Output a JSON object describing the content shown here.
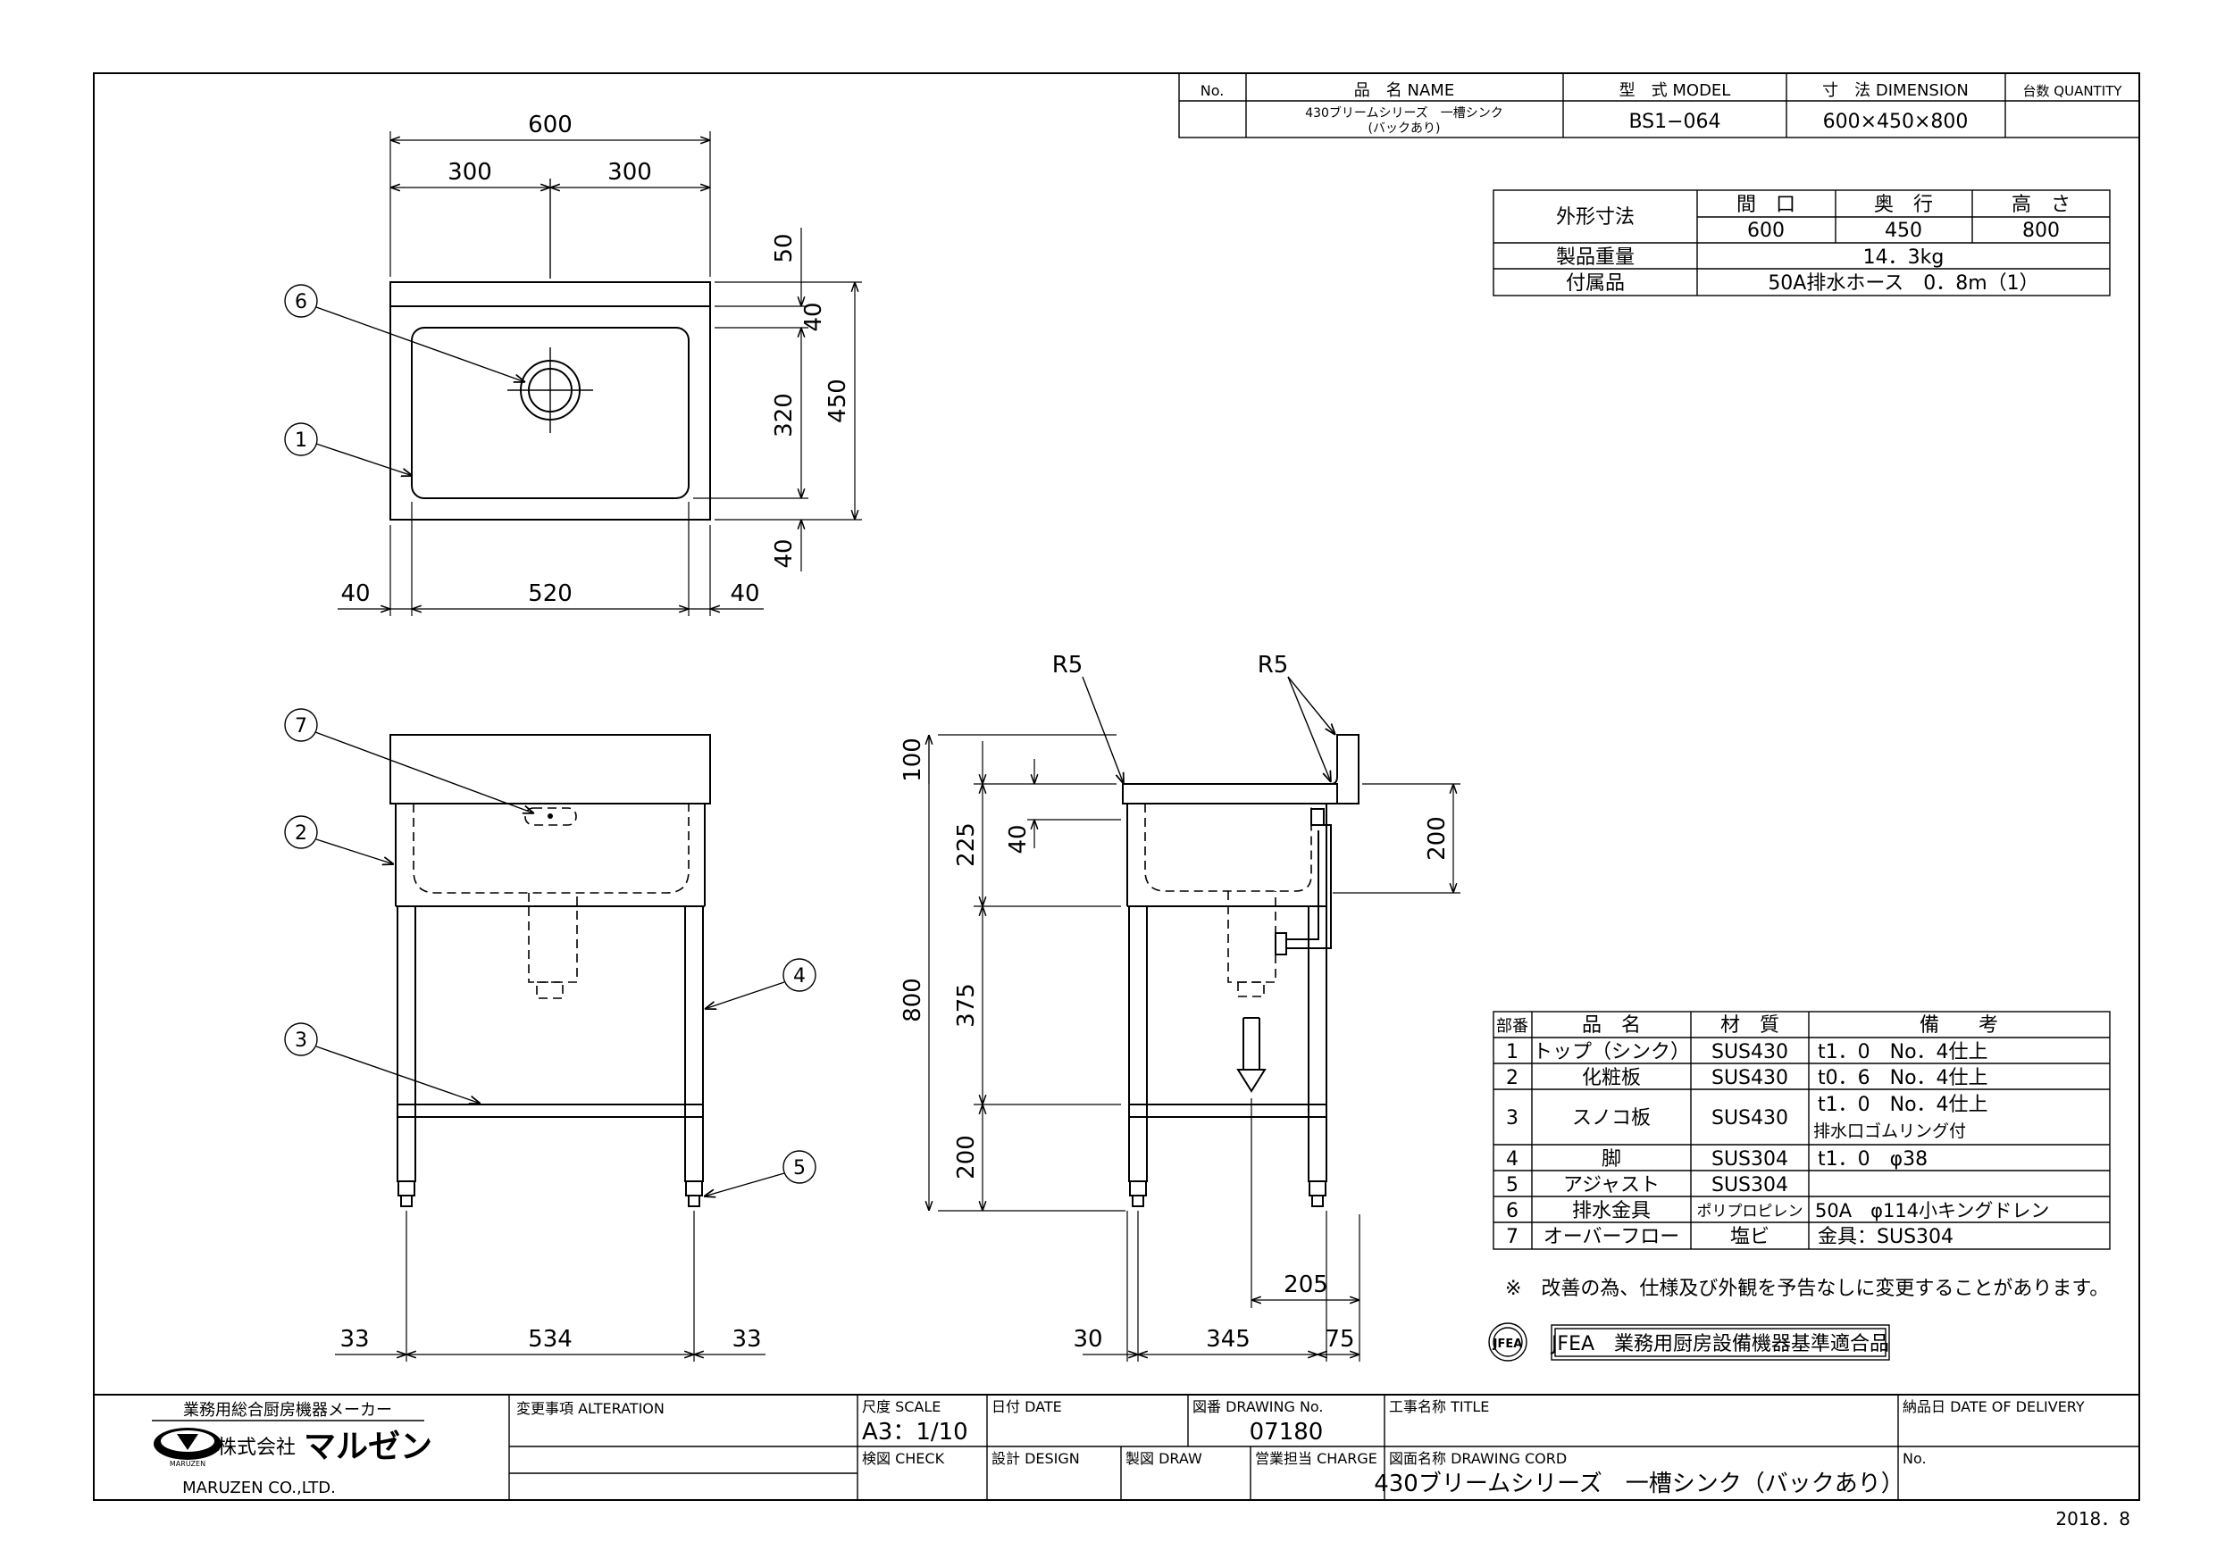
{
  "title_block": {
    "no_label": "No.",
    "name_label": "品　名 NAME",
    "model_label": "型　式 MODEL",
    "dim_label": "寸　法 DIMENSION",
    "qty_label": "台数 QUANTITY",
    "name_line1": "430ブリームシリーズ　一槽シンク",
    "name_line2": "(バックあり)",
    "model": "BS1−064",
    "dimension": "600×450×800"
  },
  "spec_table": {
    "outer_label": "外形寸法",
    "col_width": "間　口",
    "col_depth": "奥　行",
    "col_height": "高　さ",
    "width": "600",
    "depth": "450",
    "height": "800",
    "weight_label": "製品重量",
    "weight": "14．3kg",
    "accessory_label": "付属品",
    "accessory": "50A排水ホース　0．8m（1）"
  },
  "parts_table": {
    "headers": [
      "部番",
      "品　名",
      "材　質",
      "備　　考"
    ],
    "rows": [
      {
        "no": "1",
        "name": "トップ（シンク）",
        "mat": "SUS430",
        "note": "t1．0　No．4仕上",
        "note2": ""
      },
      {
        "no": "2",
        "name": "化粧板",
        "mat": "SUS430",
        "note": "t0．6　No．4仕上",
        "note2": ""
      },
      {
        "no": "3",
        "name": "スノコ板",
        "mat": "SUS430",
        "note": "t1．0　No．4仕上",
        "note2": "排水口ゴムリング付"
      },
      {
        "no": "4",
        "name": "脚",
        "mat": "SUS304",
        "note": "t1．0　φ38",
        "note2": ""
      },
      {
        "no": "5",
        "name": "アジャスト",
        "mat": "SUS304",
        "note": "",
        "note2": ""
      },
      {
        "no": "6",
        "name": "排水金具",
        "mat": "ポリプロピレン",
        "note": "50A　φ114小キングドレン",
        "note2": ""
      },
      {
        "no": "7",
        "name": "オーバーフロー",
        "mat": "塩ビ",
        "note": "金具：SUS304",
        "note2": ""
      }
    ]
  },
  "notice": "※　改善の為、仕様及び外観を予告なしに変更することがあります。",
  "jfea_logo": "JFEA",
  "jfea_text": "JFEA　業務用厨房設備機器基準適合品",
  "plan_dims": {
    "overall": "600",
    "half_left": "300",
    "half_right": "300",
    "top": "50",
    "back": "40",
    "bowl": "320",
    "depth": "450",
    "front": "40",
    "left": "40",
    "bowl_w": "520",
    "right": "40"
  },
  "front_dims": {
    "left": "33",
    "span": "534",
    "right": "33"
  },
  "side_dims": {
    "r_left": "R5",
    "r_right": "R5",
    "back": "100",
    "bowl": "225",
    "lip": "40",
    "mid": "375",
    "overall": "800",
    "bottom": "200",
    "overflow": "200",
    "drain": "205",
    "foot_left": "30",
    "span": "345",
    "foot_right": "75"
  },
  "balloons": [
    "1",
    "2",
    "3",
    "4",
    "5",
    "6",
    "7"
  ],
  "footer": {
    "maker_caption": "業務用総合厨房機器メーカー",
    "company": "株式会社",
    "brand": "マルゼン",
    "logo_text": "MARUZEN",
    "company_en": "MARUZEN CO.,LTD.",
    "alteration_label": "変更事項 ALTERATION",
    "scale_label": "尺度 SCALE",
    "scale_value": "A3：1/10",
    "date_label": "日付 DATE",
    "drawing_no_label": "図番 DRAWING No.",
    "drawing_no": "07180",
    "title_label": "工事名称 TITLE",
    "delivery_label": "納品日 DATE OF DELIVERY",
    "check_label": "検図 CHECK",
    "design_label": "設計 DESIGN",
    "draw_label": "製図 DRAW",
    "charge_label": "営業担当 CHARGE",
    "drawing_cord_label": "図面名称 DRAWING CORD",
    "drawing_name": "430ブリームシリーズ　一槽シンク（バックあり）",
    "no_label": "No.",
    "issue_date": "2018．8"
  }
}
